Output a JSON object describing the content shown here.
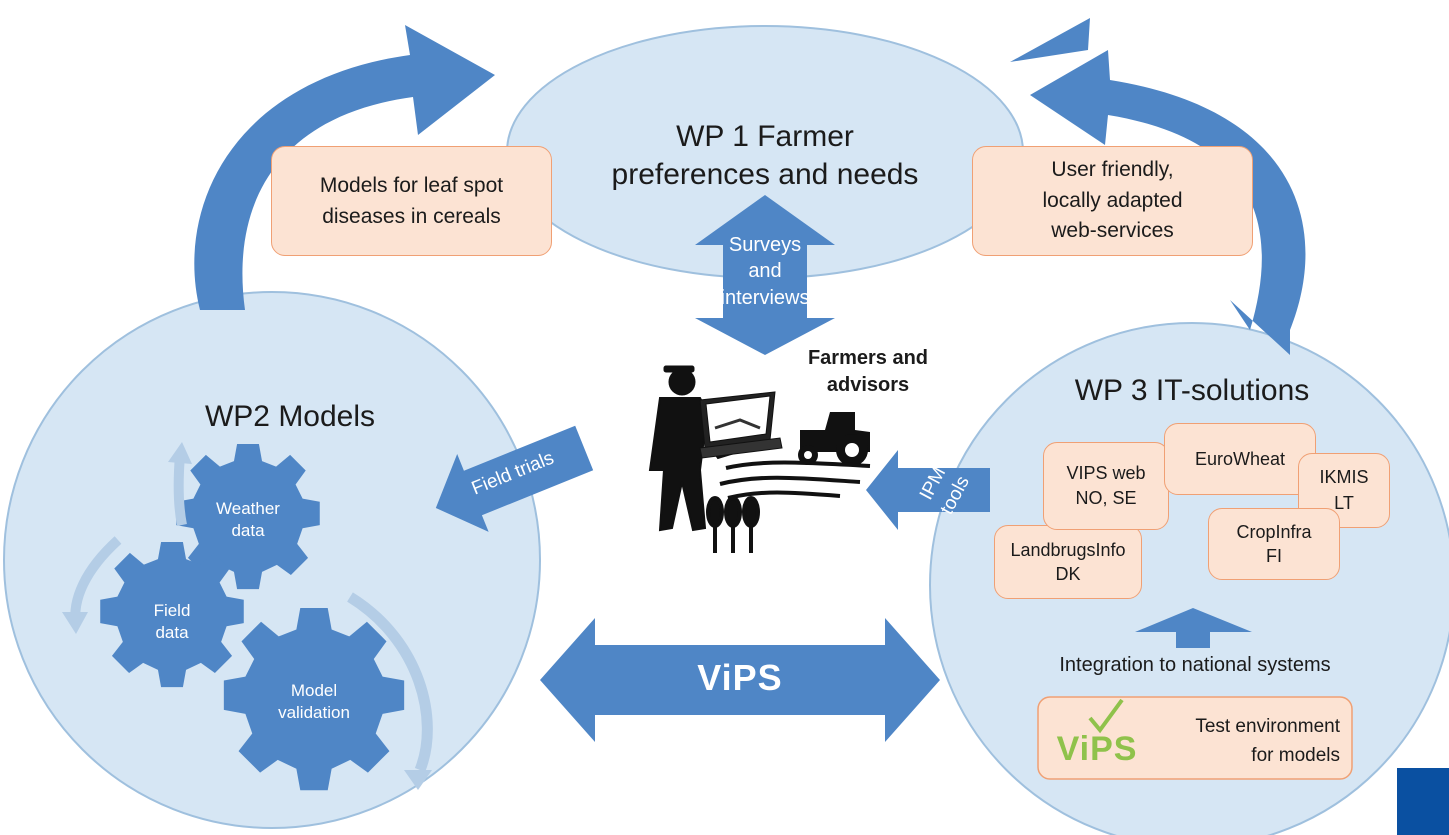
{
  "colors": {
    "circle_fill": "#d6e6f4",
    "circle_stroke": "#9fc0de",
    "arrow_blue": "#4f86c6",
    "gear_blue": "#4f86c6",
    "box_fill": "#fce3d3",
    "box_stroke": "#f0a074",
    "corner_block": "#0a50a1",
    "vips_green": "#8fc24b"
  },
  "wp1": {
    "title_line1": "WP 1 Farmer",
    "title_line2": "preferences and needs",
    "left_box_line1": "Models for leaf spot",
    "left_box_line2": "diseases in cereals",
    "right_box_line1": "User friendly,",
    "right_box_line2": "locally adapted",
    "right_box_line3": "web-services"
  },
  "center": {
    "surveys_line1": "Surveys",
    "surveys_line2": "and",
    "surveys_line3": "interviews",
    "farmers_line1": "Farmers and",
    "farmers_line2": "advisors",
    "field_trials": "Field trials",
    "ipm_line1": "IPM",
    "ipm_line2": "tools",
    "vips_logo": "ViPS"
  },
  "wp2": {
    "title": "WP2 Models",
    "gear_weather_line1": "Weather",
    "gear_weather_line2": "data",
    "gear_field_line1": "Field",
    "gear_field_line2": "data",
    "gear_model_line1": "Model",
    "gear_model_line2": "validation"
  },
  "wp3": {
    "title": "WP 3 IT-solutions",
    "vips_web_line1": "VIPS web",
    "vips_web_line2": "NO, SE",
    "eurowheat": "EuroWheat",
    "ikmis_line1": "IKMIS",
    "ikmis_line2": "LT",
    "landbrugsinfo_line1": "LandbrugsInfo",
    "landbrugsinfo_line2": "DK",
    "cropinfra_line1": "CropInfra",
    "cropinfra_line2": "FI",
    "integration": "Integration to national systems",
    "test_env_line1": "Test environment",
    "test_env_line2": "for models",
    "test_env_logo": "ViPS"
  }
}
